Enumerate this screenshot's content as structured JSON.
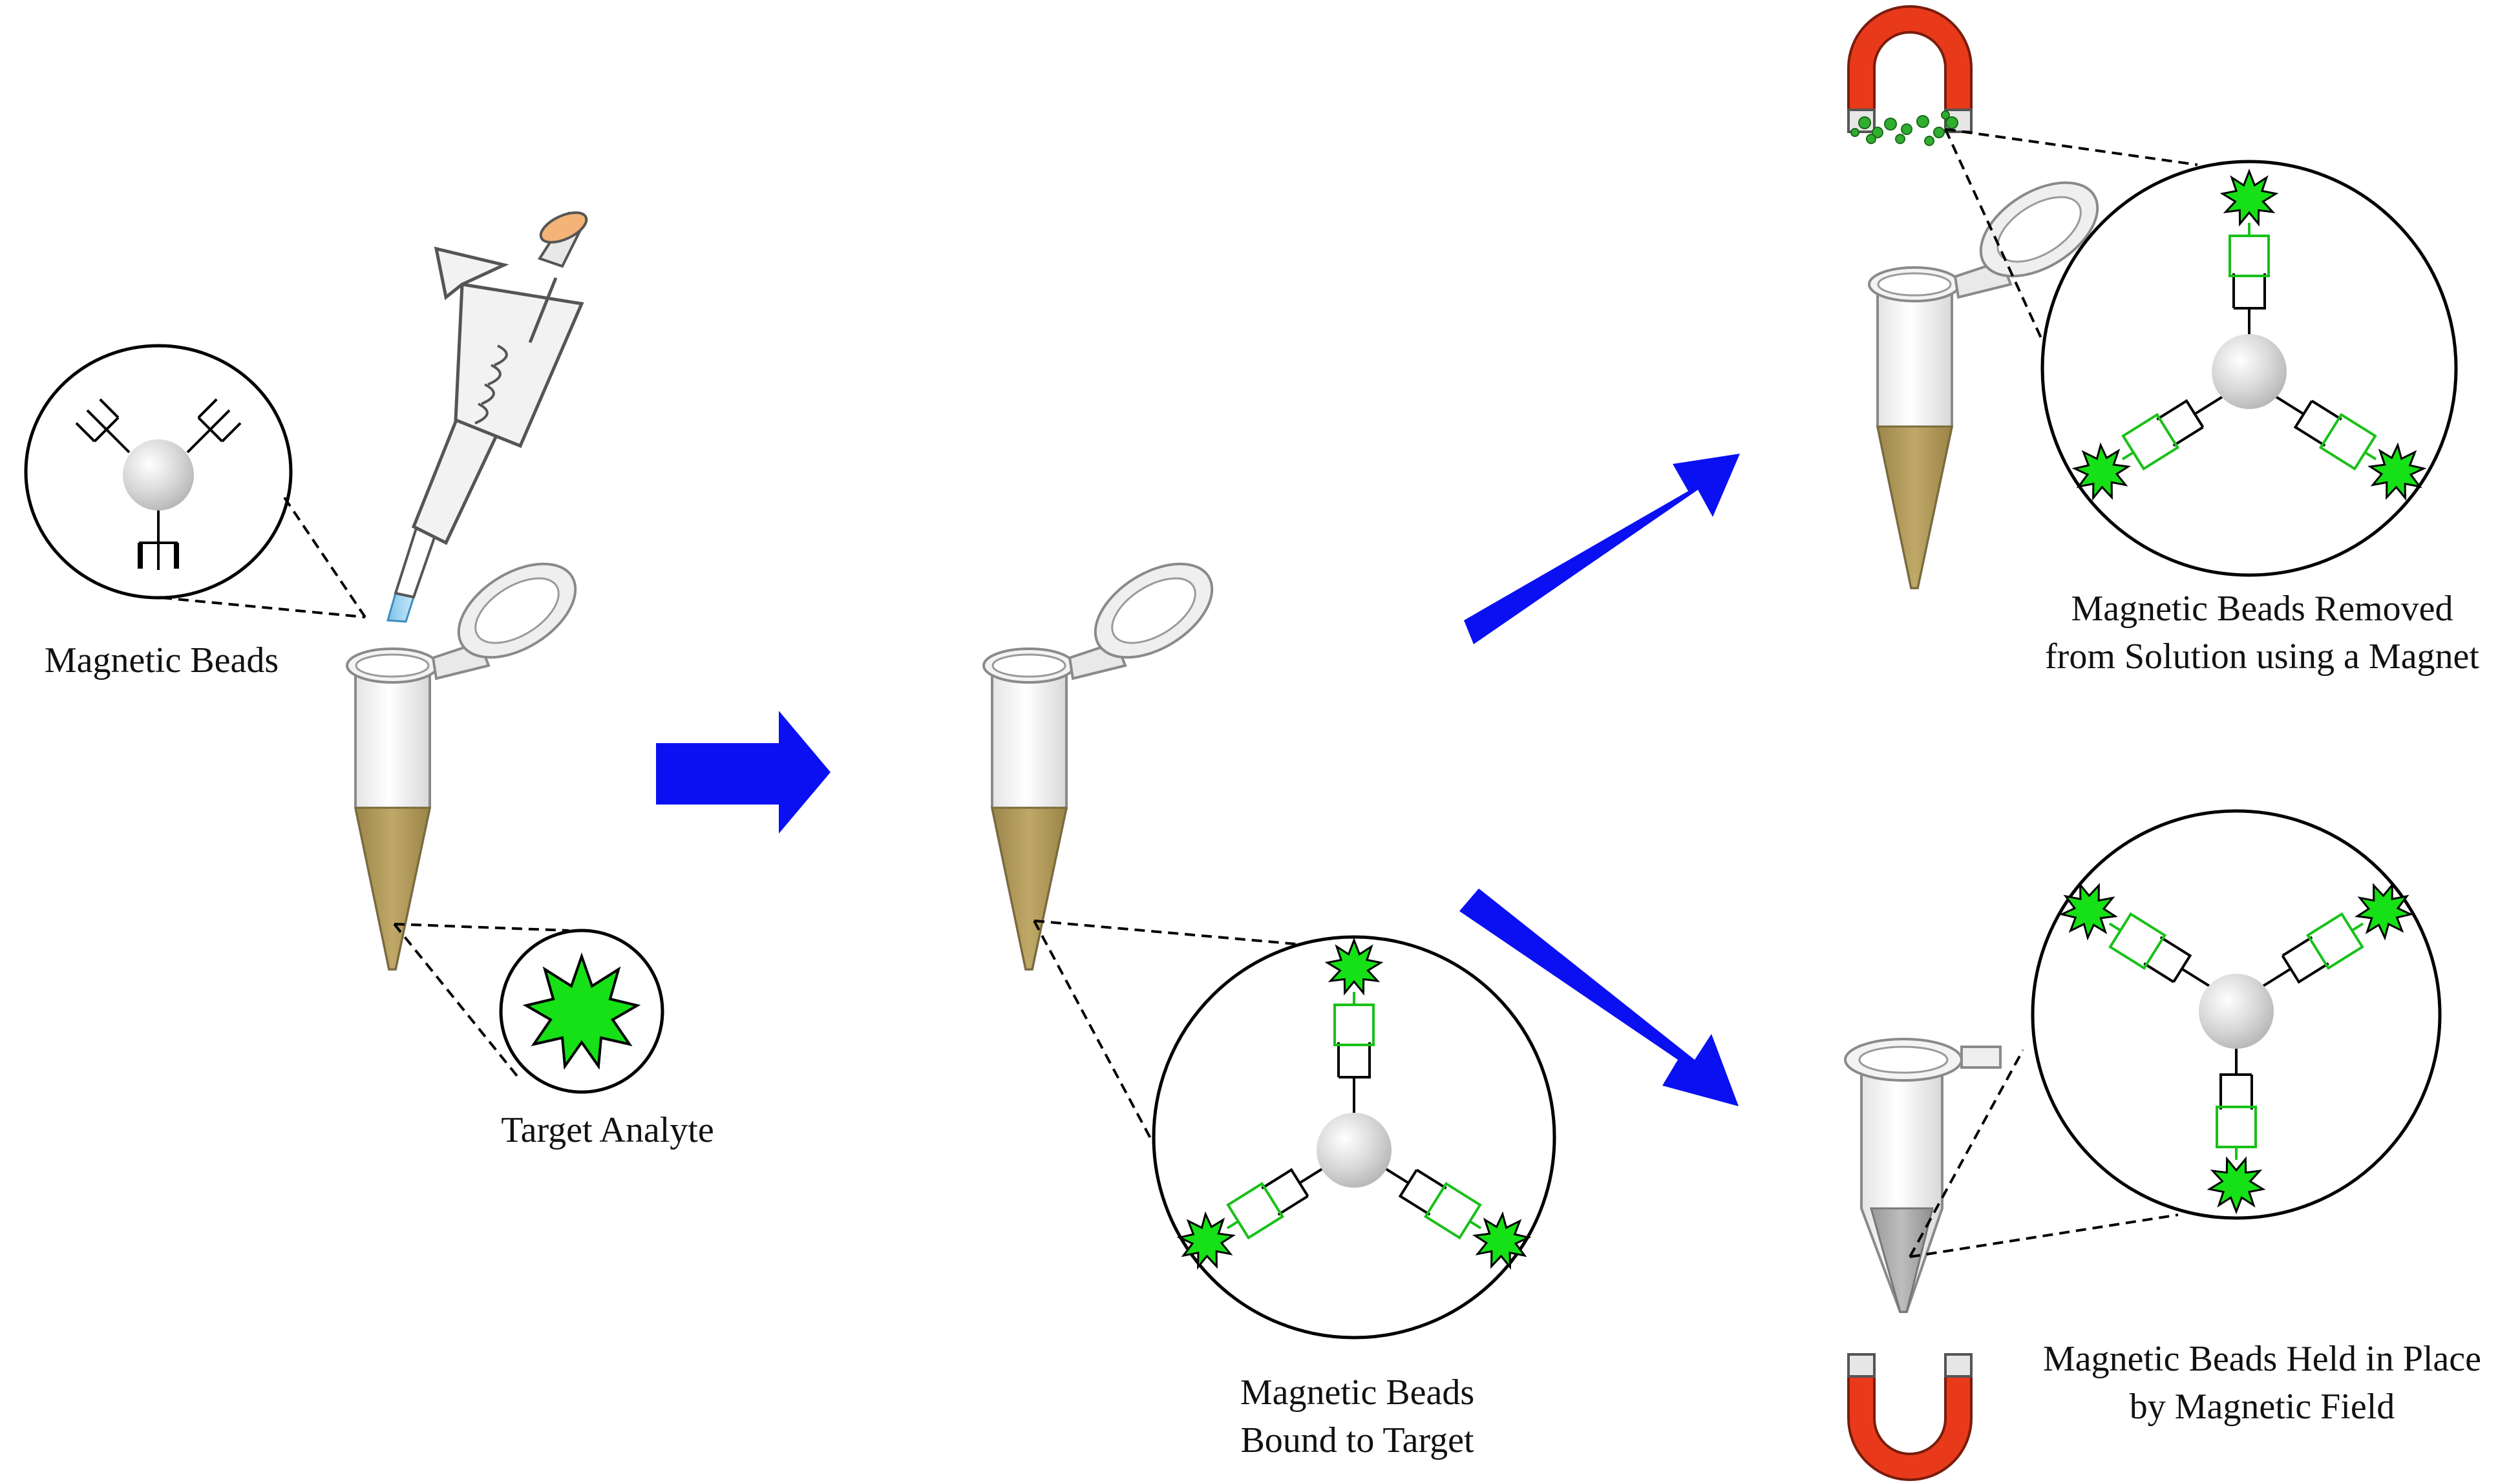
{
  "labels": {
    "magnetic_beads": "Magnetic Beads",
    "target_analyte": "Target Analyte",
    "bound_line1": "Magnetic Beads",
    "bound_line2": "Bound to Target",
    "removed_line1": "Magnetic Beads Removed",
    "removed_line2": "from Solution using a Magnet",
    "held_line1": "Magnetic Beads Held in Place",
    "held_line2": "by Magnetic Field"
  },
  "colors": {
    "arrow": "#0a10f2",
    "analyte": "#16e016",
    "linker": "#19c019",
    "magnet": "#e83a1a",
    "solution": "#b09a58",
    "solution_cleared": "#a8a8a8",
    "pipette_tip": "#9ad0ef",
    "pipette_button": "#f4b478",
    "bead": "#d6d6d6"
  },
  "icons": {
    "arrow": "block-arrow-icon",
    "tube": "microcentrifuge-tube-icon",
    "pipette": "pipette-icon",
    "magnet": "horseshoe-magnet-icon",
    "analyte": "star-burst-icon",
    "bead": "magnetic-bead-icon"
  }
}
